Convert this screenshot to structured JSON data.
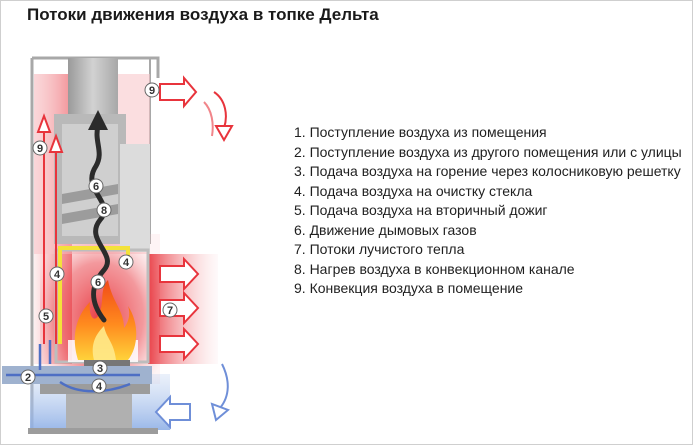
{
  "title": "Потоки движения воздуха в топке Дельта",
  "legend": [
    "1. Поступление воздуха из помещения",
    "2. Поступление воздуха из другого помещения или с улицы",
    "3. Подача воздуха на горение через колосниковую решетку",
    "4. Подача воздуха на очистку стекла",
    "5. Подача воздуха на вторичный дожиг",
    "6. Движение дымовых газов",
    "7. Потоки лучистого тепла",
    "8. Нагрев воздуха в конвекционном канале",
    "9. Конвекция воздуха в помещение"
  ],
  "markers": [
    "9",
    "9",
    "6",
    "8",
    "4",
    "4",
    "6",
    "5",
    "7",
    "3",
    "2",
    "4"
  ],
  "colors": {
    "hot": "#e8343c",
    "warm": "#f6b8bd",
    "cold": "#6f8fd8",
    "cold_light": "#bcd0f0",
    "yellow": "#f3e23a"
  }
}
